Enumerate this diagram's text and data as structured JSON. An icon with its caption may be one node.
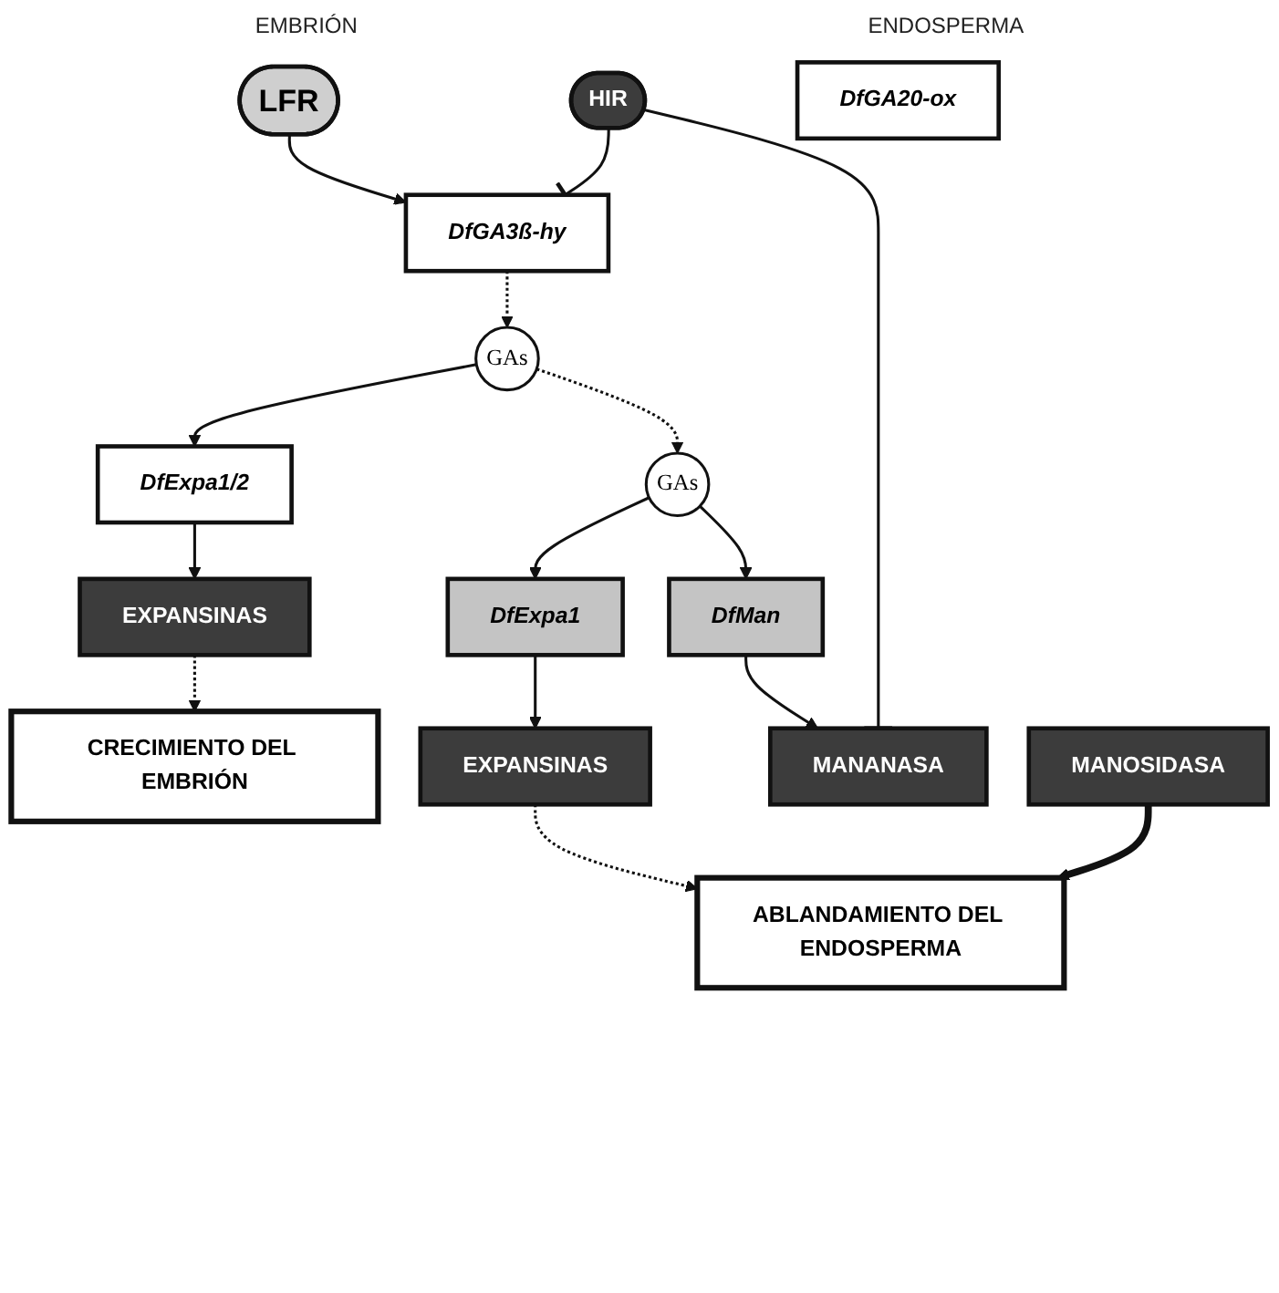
{
  "diagram": {
    "nodes": [
      {
        "text": [
          "LFR"
        ]
      },
      {
        "text": [
          "HIR"
        ]
      },
      {
        "text": [
          "DfGA20-ox"
        ]
      },
      {
        "text": [
          "DfGA3ß-hy"
        ]
      },
      {
        "text": [
          "GAs"
        ]
      },
      {
        "text": [
          "DfExpa1/2"
        ]
      },
      {
        "text": [
          "EXPANSINAS"
        ]
      },
      {
        "text": [
          "CRECIMIENTO DEL EMBRIÓN"
        ]
      },
      {
        "text": [
          "GAs"
        ]
      },
      {
        "text": [
          "DfExpa1"
        ]
      },
      {
        "text": [
          "DfMan"
        ]
      },
      {
        "text": [
          "EXPANSINAS"
        ]
      },
      {
        "text": [
          "MANANASA"
        ]
      },
      {
        "text": [
          "MANOSIDASA"
        ]
      },
      {
        "text": [
          "ABLANDAMIENTO DEL ENDOSPERMA"
        ]
      }
    ],
    "edges": [
      {
        "from": 0,
        "to": 3,
        "arrow": "to"
      },
      {
        "from": 1,
        "to": 3,
        "arrow": "other"
      },
      {
        "from": 3,
        "to": 4,
        "arrow": "to",
        "style": "dashed"
      },
      {
        "from": 4,
        "to": 8,
        "arrow": "to",
        "style": "dashed"
      },
      {
        "from": 4,
        "to": 5,
        "arrow": "to"
      },
      {
        "from": 5,
        "to": 6,
        "arrow": "to"
      },
      {
        "from": 6,
        "to": 7,
        "arrow": "to",
        "style": "dashed"
      },
      {
        "from": 8,
        "to": 9,
        "arrow": "to"
      },
      {
        "from": 8,
        "to": 10,
        "arrow": "to"
      },
      {
        "from": 9,
        "to": 11,
        "arrow": "to"
      },
      {
        "from": 10,
        "to": 12,
        "arrow": "to"
      },
      {
        "from": 1,
        "to": 12,
        "arrow": "other"
      },
      {
        "from": 11,
        "to": 14,
        "arrow": "to",
        "style": "dashed"
      },
      {
        "from": 13,
        "to": 14,
        "arrow": "to",
        "style": "thick"
      }
    ],
    "labels": [
      "EMBRIÓN",
      "ENDOSPERMA"
    ]
  }
}
